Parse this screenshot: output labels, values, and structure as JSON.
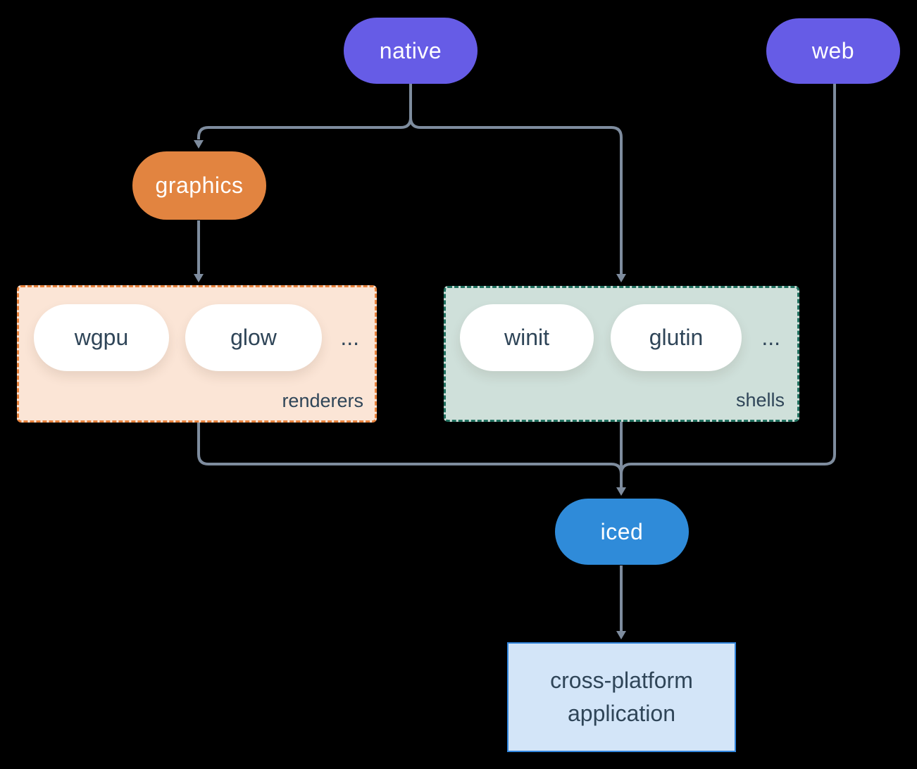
{
  "nodes": {
    "native": {
      "label": "native",
      "fill": "#665ce6"
    },
    "web": {
      "label": "web",
      "fill": "#665ce6"
    },
    "graphics": {
      "label": "graphics",
      "fill": "#e28440"
    },
    "iced": {
      "label": "iced",
      "fill": "#2f8bd9"
    },
    "application": {
      "line1": "cross-platform",
      "line2": "application",
      "fill": "#d3e5f8",
      "border": "#3285dc"
    }
  },
  "groups": {
    "renderers": {
      "label": "renderers",
      "pills": [
        "wgpu",
        "glow"
      ],
      "ellipsis": "...",
      "fill": "#fbe5d6",
      "border": "#e8823c"
    },
    "shells": {
      "label": "shells",
      "pills": [
        "winit",
        "glutin"
      ],
      "ellipsis": "...",
      "fill": "#cfe0da",
      "border": "#20705f"
    }
  },
  "colors": {
    "background": "#000000",
    "connector_line": "#7e8c9e",
    "dark_text": "#2f4558",
    "white_pill": "#ffffff"
  }
}
